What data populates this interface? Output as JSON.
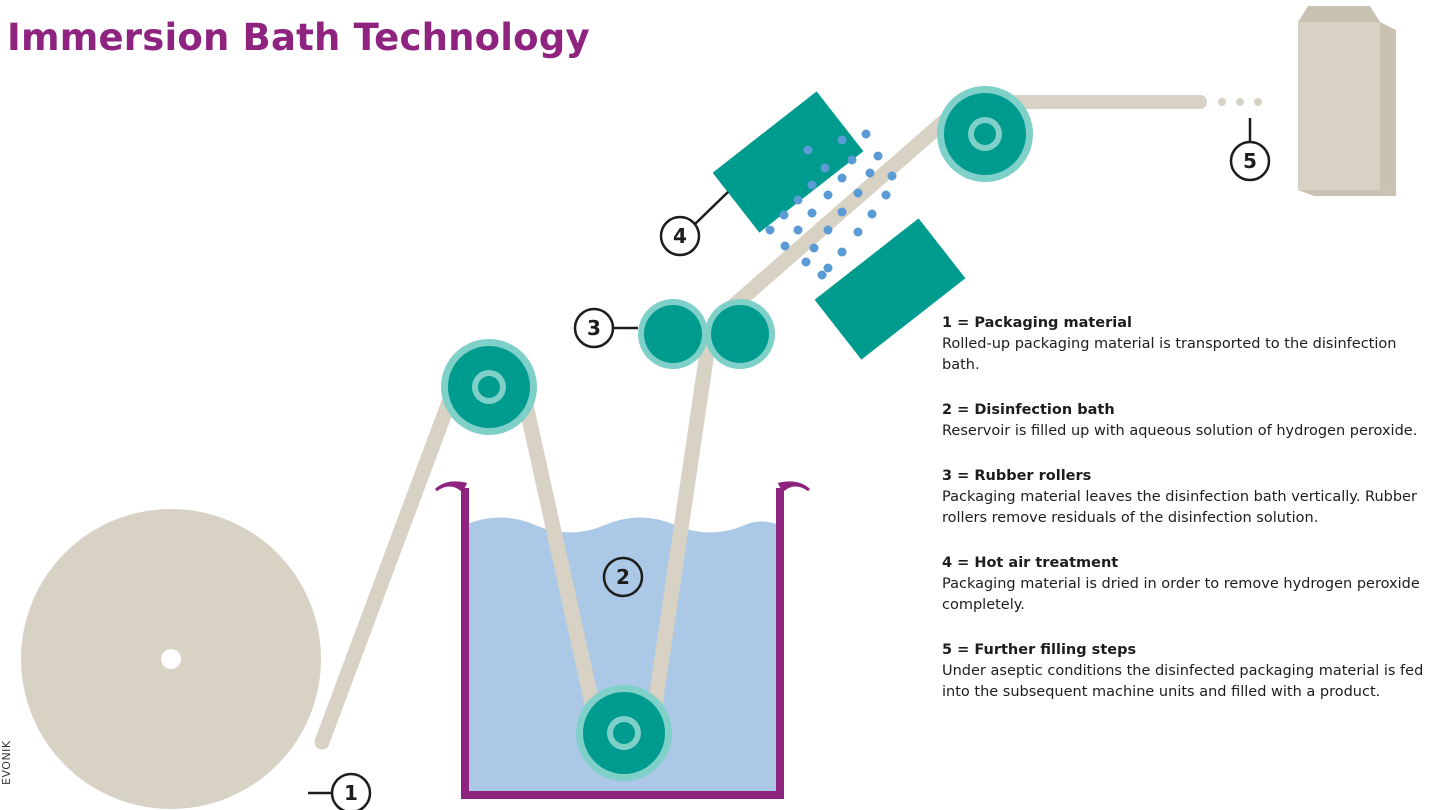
{
  "title": "Immersion Bath Technology",
  "credit": "EVONIK",
  "markers": [
    "1",
    "2",
    "3",
    "4",
    "5"
  ],
  "legend": [
    {
      "heading": "1 = Packaging material",
      "text": "Rolled-up packaging material is transported to the disinfection bath."
    },
    {
      "heading": "2 = Disinfection bath",
      "text": "Reservoir is filled up with aqueous solution of hydrogen peroxide."
    },
    {
      "heading": "3 = Rubber rollers",
      "text": "Packaging material leaves the disinfection bath vertically. Rubber rollers remove residuals of the disinfection solution."
    },
    {
      "heading": "4 = Hot air treatment",
      "text": "Packaging material is dried in order to remove hydrogen peroxide completely."
    },
    {
      "heading": "5 = Further filling steps",
      "text": "Under aseptic conditions the disinfected packaging material is fed into the subsequent machine units and filled with a product."
    }
  ],
  "colors": {
    "title": "#8e2380",
    "tank": "#8e2380",
    "liquid": "#abc9e6",
    "roller_dark": "#009b8f",
    "roller_light": "#7fd0c8",
    "material": "#d8d2c4",
    "air_dots": "#5b9bd5"
  },
  "icons": [
    "packaging-roll",
    "disinfection-bath",
    "rubber-rollers",
    "hot-air-nozzles",
    "filled-package"
  ]
}
